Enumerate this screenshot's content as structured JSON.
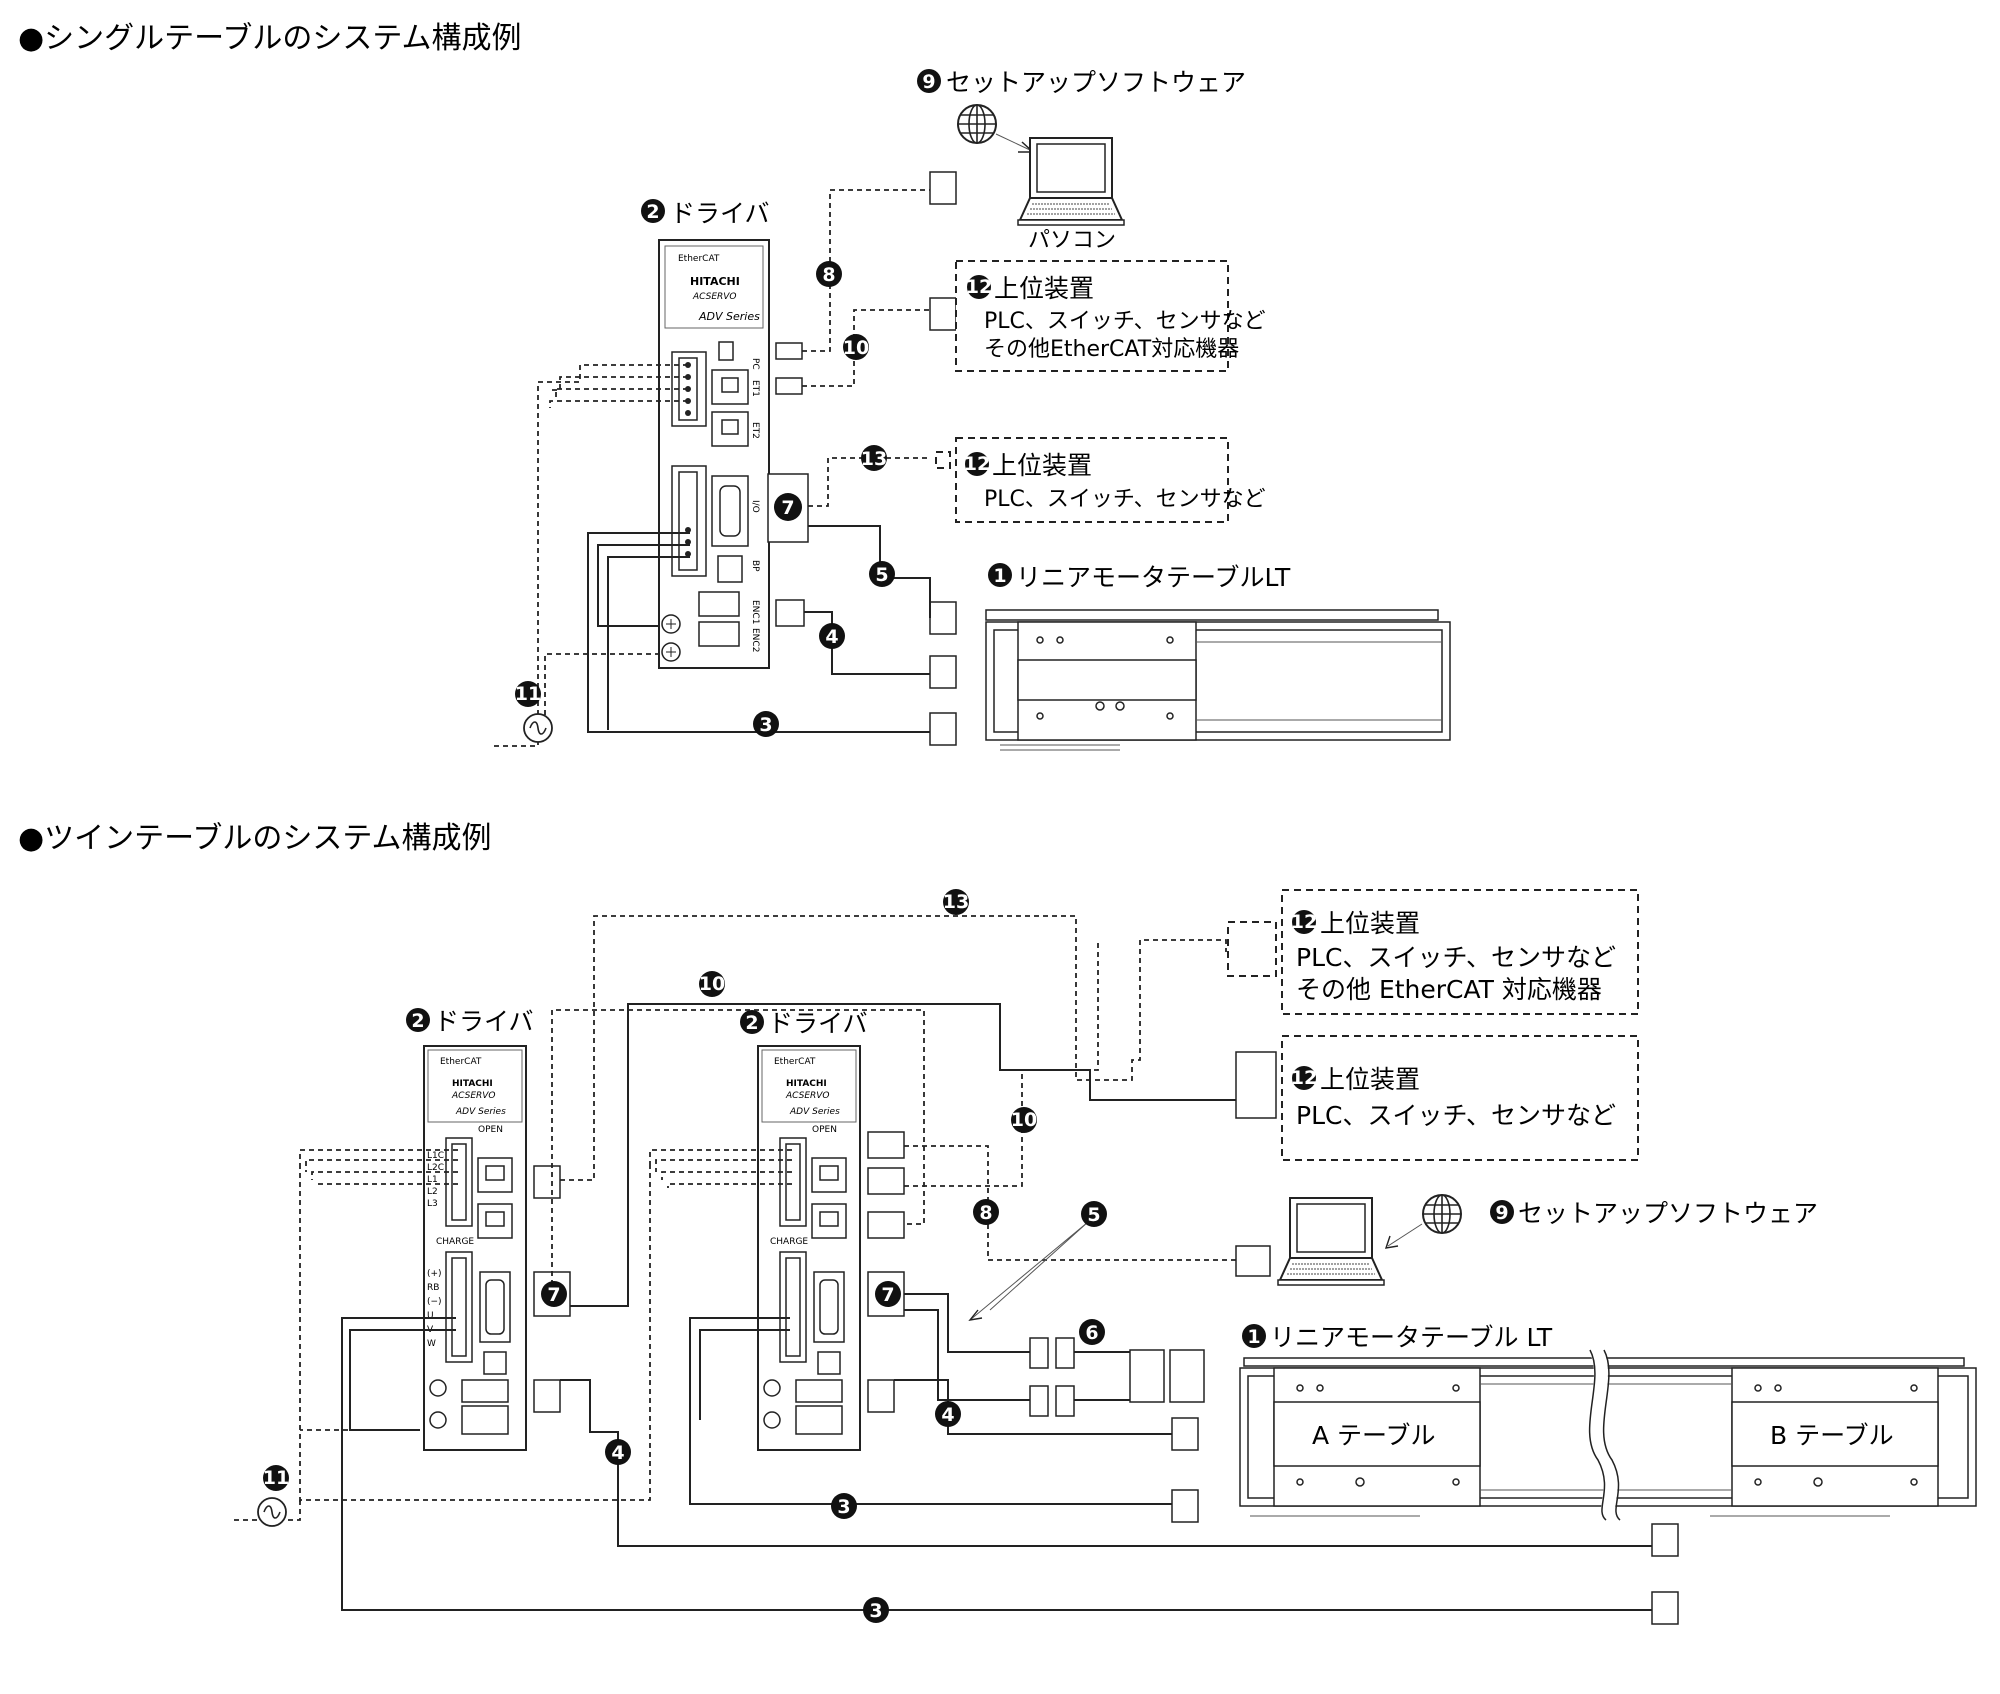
{
  "single": {
    "title": "●シングルテーブルのシステム構成例",
    "driver_label": "ドライバ",
    "software_label": "セットアップソフトウェア",
    "pc_label": "パソコン",
    "upper1": {
      "title": "上位装置",
      "line1": "PLC、スイッチ、センサなど",
      "line2": "その他EtherCAT対応機器"
    },
    "upper2": {
      "title": "上位装置",
      "line1": "PLC、スイッチ、センサなど"
    },
    "table_label": "リニアモータテーブルLT"
  },
  "twin": {
    "title": "●ツインテーブルのシステム構成例",
    "driver_label": "ドライバ",
    "software_label": "セットアップソフトウェア",
    "upper1": {
      "title": "上位装置",
      "line1": "PLC、スイッチ、センサなど",
      "line2": "その他 EtherCAT 対応機器"
    },
    "upper2": {
      "title": "上位装置",
      "line1": "PLC、スイッチ、センサなど"
    },
    "table_label": "リニアモータテーブル LT",
    "table_a": "A テーブル",
    "table_b": "B テーブル"
  },
  "markers": {
    "n1": "1",
    "n2": "2",
    "n3": "3",
    "n4": "4",
    "n5": "5",
    "n6": "6",
    "n7": "7",
    "n8": "8",
    "n9": "9",
    "n10": "10",
    "n11": "11",
    "n12": "12",
    "n13": "13"
  },
  "driver_panel": {
    "ethercat": "EtherCAT",
    "brand": "HITACHI",
    "model": "ACSERVO",
    "series": "ADV Series",
    "open": "OPEN",
    "charge": "CHARGE",
    "port_pc": "PC",
    "port_et1": "ET1",
    "port_et2": "ET2",
    "port_io": "I/O",
    "port_enc1": "ENC1",
    "port_enc2": "ENC2",
    "port_bp": "BP",
    "terminals_top": [
      "L1C",
      "L2C",
      "L1",
      "L2",
      "L3"
    ],
    "terminals_bottom": [
      "(+)",
      "RB",
      "(−)",
      "U",
      "V",
      "W"
    ]
  }
}
